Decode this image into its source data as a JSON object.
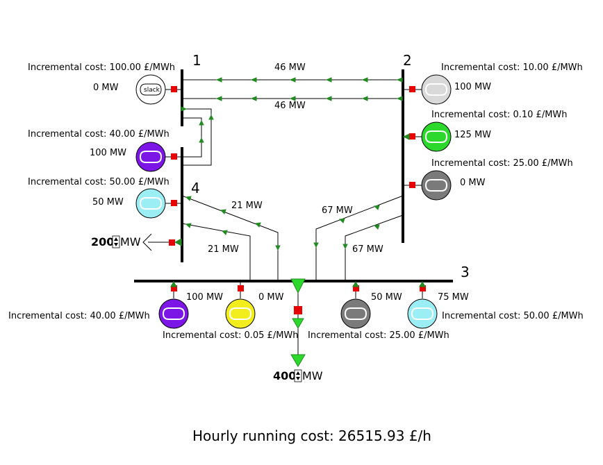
{
  "buses": [
    {
      "id": "1",
      "label": "1"
    },
    {
      "id": "2",
      "label": "2"
    },
    {
      "id": "3",
      "label": "3"
    },
    {
      "id": "4",
      "label": "4"
    }
  ],
  "flows": {
    "l12a": "46 MW",
    "l12b": "46 MW",
    "l43": "21 MW",
    "l43b": "21 MW",
    "l23": "67 MW",
    "l23b": "67 MW"
  },
  "generators": [
    {
      "id": "g1",
      "cost": "Incremental cost: 100.00 £/MWh",
      "output": "0 MW",
      "color": "#ffffff",
      "slack": "slack"
    },
    {
      "id": "g4a",
      "cost": "Incremental cost: 40.00 £/MWh",
      "output": "100 MW",
      "color": "#7b16e6"
    },
    {
      "id": "g4b",
      "cost": "Incremental cost: 50.00 £/MWh",
      "output": "50 MW",
      "color": "#9beef3"
    },
    {
      "id": "g2a",
      "cost": "Incremental cost: 10.00 £/MWh",
      "output": "100 MW",
      "color": "#d9d9d9"
    },
    {
      "id": "g2b",
      "cost": "Incremental cost: 0.10 £/MWh",
      "output": "125 MW",
      "color": "#2bd82b"
    },
    {
      "id": "g2c",
      "cost": "Incremental cost: 25.00 £/MWh",
      "output": "0 MW",
      "color": "#7a7a7a"
    },
    {
      "id": "g3a",
      "cost": "Incremental cost: 40.00 £/MWh",
      "output": "100 MW",
      "color": "#7b16e6"
    },
    {
      "id": "g3b",
      "cost": "Incremental cost: 0.05 £/MWh",
      "output": "0 MW",
      "color": "#f2ee1e"
    },
    {
      "id": "g3c",
      "cost": "Incremental cost: 25.00 £/MWh",
      "output": "50 MW",
      "color": "#7a7a7a"
    },
    {
      "id": "g3d",
      "cost": "Incremental cost: 50.00 £/MWh",
      "output": "75 MW",
      "color": "#9beef3"
    }
  ],
  "loads": [
    {
      "id": "load4",
      "value": "200",
      "unit": "MW"
    },
    {
      "id": "load3",
      "value": "400",
      "unit": "MW"
    }
  ],
  "footer": {
    "running_cost": "Hourly running cost: 26515.93 £/h"
  },
  "colors": {
    "breaker": "#e60000",
    "arrow": "#2bd82b",
    "bus": "#000000"
  }
}
